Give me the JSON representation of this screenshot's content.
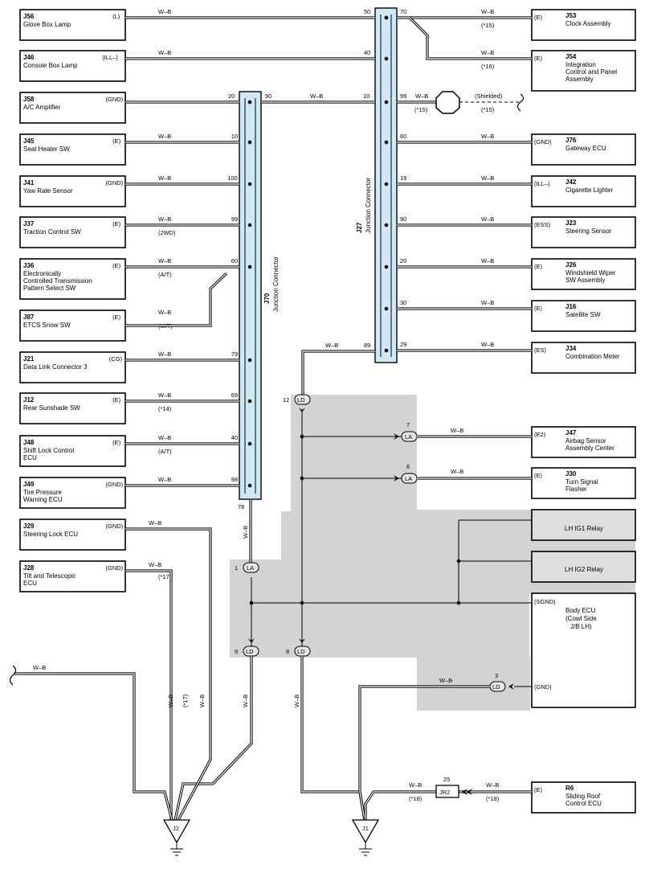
{
  "wire_color": "W–B",
  "left_components": [
    {
      "id": "J56",
      "name": [
        "Glove Box Lamp"
      ],
      "signal": "(L)",
      "pin": "50",
      "note": ""
    },
    {
      "id": "J46",
      "name": [
        "Console Box Lamp"
      ],
      "signal": "(ILL–)",
      "pin": "40",
      "note": ""
    },
    {
      "id": "J58",
      "name": [
        "A/C Amplifier"
      ],
      "signal": "(GND)",
      "pin": "20",
      "note": ""
    },
    {
      "id": "J45",
      "name": [
        "Seat Heater SW"
      ],
      "signal": "(E)",
      "pin": "10",
      "note": ""
    },
    {
      "id": "J41",
      "name": [
        "Yaw Rate Sensor"
      ],
      "signal": "(GND)",
      "pin": "100",
      "note": ""
    },
    {
      "id": "J37",
      "name": [
        "Traction Control SW"
      ],
      "signal": "(E)",
      "pin": "99",
      "note": "(2WD)"
    },
    {
      "id": "J36",
      "name": [
        "Electronically",
        "Controlled Transmission",
        "Pattern Select SW"
      ],
      "signal": "(E)",
      "pin": "60",
      "note": "(A/T)"
    },
    {
      "id": "J87",
      "name": [
        "ETCS Snow SW"
      ],
      "signal": "(E)",
      "pin": "",
      "note": "(M/T)"
    },
    {
      "id": "J21",
      "name": [
        "Data Link Connector 3"
      ],
      "signal": "(CG)",
      "pin": "79",
      "note": ""
    },
    {
      "id": "J12",
      "name": [
        "Rear Sunshade SW"
      ],
      "signal": "(E)",
      "pin": "69",
      "note": "(*14)"
    },
    {
      "id": "J48",
      "name": [
        "Shift Lock Control",
        "ECU"
      ],
      "signal": "(E)",
      "pin": "40",
      "note": "(A/T)"
    },
    {
      "id": "J49",
      "name": [
        "Tire Pressure",
        "Warning ECU"
      ],
      "signal": "(GND)",
      "pin": "98",
      "note": ""
    },
    {
      "id": "J29",
      "name": [
        "Steering Lock ECU"
      ],
      "signal": "(GND)",
      "pin": "",
      "note": ""
    },
    {
      "id": "J28",
      "name": [
        "Tilt and Telescopic",
        "ECU"
      ],
      "signal": "(GND)",
      "pin": "",
      "note": "(*17)"
    }
  ],
  "right_components": [
    {
      "id": "J53",
      "name": [
        "Clock Assembly"
      ],
      "signal": "(E)",
      "pin": "70",
      "note": "(*15)"
    },
    {
      "id": "J54",
      "name": [
        "Integration",
        "Control and Panel",
        "Assembly"
      ],
      "signal": "(E)",
      "pin": "",
      "note": "(*16)"
    },
    {
      "id": "J76",
      "name": [
        "Gateway ECU"
      ],
      "signal": "(GND)",
      "pin": "60",
      "note": ""
    },
    {
      "id": "J42",
      "name": [
        "Cigarette Lighter"
      ],
      "signal": "(ILL–)",
      "pin": "19",
      "note": ""
    },
    {
      "id": "J23",
      "name": [
        "Steering Sensor"
      ],
      "signal": "(ESS)",
      "pin": "90",
      "note": ""
    },
    {
      "id": "J26",
      "name": [
        "Windshield Wiper",
        "SW Assembly"
      ],
      "signal": "(E)",
      "pin": "20",
      "note": ""
    },
    {
      "id": "J16",
      "name": [
        "Satellite SW"
      ],
      "signal": "(E)",
      "pin": "30",
      "note": ""
    },
    {
      "id": "J34",
      "name": [
        "Combination Meter"
      ],
      "signal": "(ES)",
      "pin": "29",
      "note": ""
    },
    {
      "id": "J47",
      "name": [
        "Airbag Sensor",
        "Assembly Center"
      ],
      "signal": "(E2)",
      "pin": "7",
      "note": ""
    },
    {
      "id": "J30",
      "name": [
        "Turn Signal",
        "Flasher"
      ],
      "signal": "(E)",
      "pin": "6",
      "note": ""
    },
    {
      "id": "R6",
      "name": [
        "Sliding Roof",
        "Control ECU"
      ],
      "signal": "(E)",
      "pin": "",
      "note": "(*18)"
    }
  ],
  "j70": {
    "id": "J70",
    "label": "Junction Connector",
    "pin_in": "20",
    "pin_out": "90",
    "pin_bottom": "78"
  },
  "j27": {
    "id": "J27",
    "label": "Junction Connector",
    "pin_left_top": "50",
    "pin_left_mid": "40",
    "pin_in": "10",
    "pin_shield": "99",
    "pin_bottom": "89",
    "shielded": "(Shielded)",
    "note15": "(*15)"
  },
  "relays": [
    "LH IG1 Relay",
    "LH IG2 Relay"
  ],
  "body_ecu": {
    "name": [
      "Body ECU",
      "(Cowl Side",
      "J/B LH)"
    ],
    "sgnd": "(SGND)",
    "gnd": "(GND)"
  },
  "connectors": {
    "ld12": {
      "num": "12",
      "code": "LD"
    },
    "la7": {
      "num": "7",
      "code": "LA"
    },
    "la6": {
      "num": "6",
      "code": "LA"
    },
    "la1": {
      "num": "1",
      "code": "LA"
    },
    "ld9": {
      "num": "9",
      "code": "LD"
    },
    "ld8": {
      "num": "8",
      "code": "LD"
    },
    "ld3": {
      "num": "3",
      "code": "LD"
    },
    "jr2": {
      "num": "25",
      "code": "JR2"
    }
  },
  "grounds": [
    "J2",
    "J1"
  ],
  "notes": {
    "n17": "(*17)",
    "n18": "(*18)"
  }
}
